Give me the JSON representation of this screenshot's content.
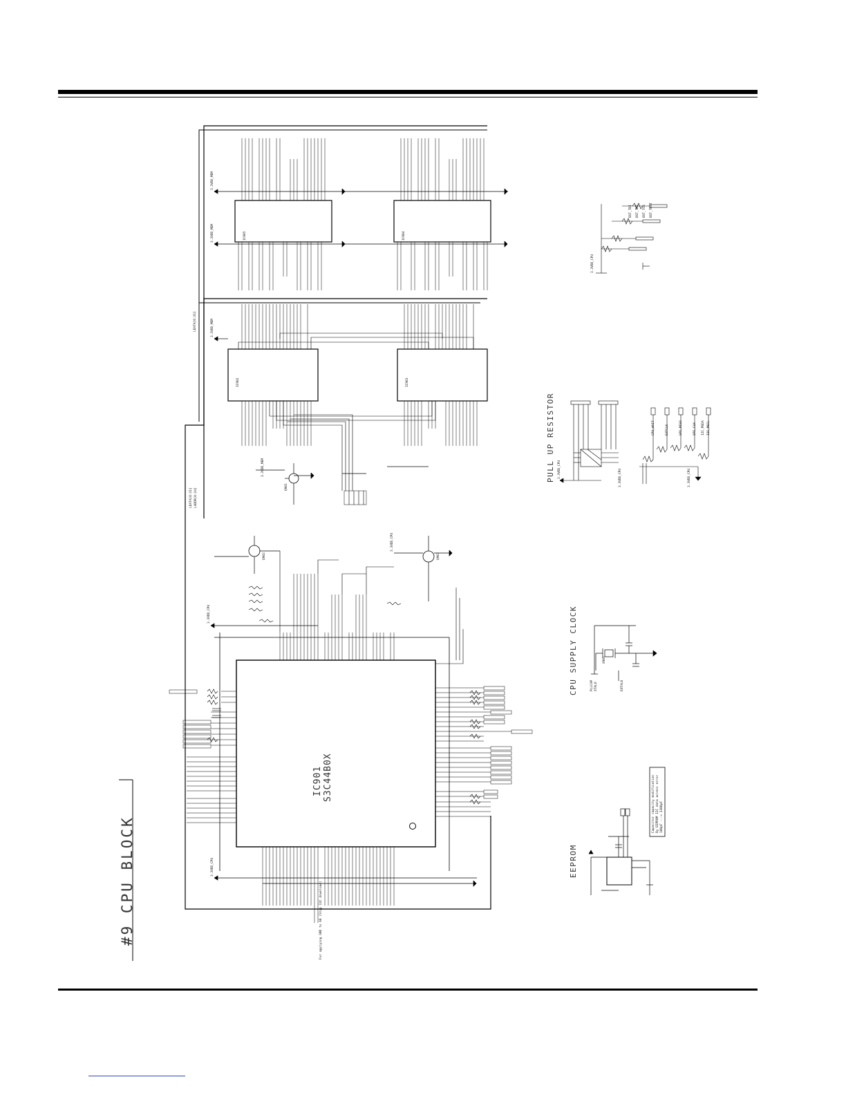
{
  "block_title": "#9 CPU BLOCK",
  "sections": {
    "pull_up": "PULL UP RESISTOR",
    "clock": "CPU SUPPLY CLOCK",
    "eeprom": "EEPROM"
  },
  "cpu": {
    "ref": "IC901",
    "part": "S3C44B0X"
  },
  "memory": [
    {
      "ref": "IC902"
    },
    {
      "ref": "IC903"
    },
    {
      "ref": "IC904"
    },
    {
      "ref": "IC905"
    }
  ],
  "transistors": [
    {
      "ref": "Q901"
    },
    {
      "ref": "Q902"
    },
    {
      "ref": "Q903"
    }
  ],
  "power_labels": [
    "3.3VDD_CPU",
    "3.3VDD_MEM"
  ],
  "crystal": {
    "ref": "X901"
  },
  "bus_labels": [
    "LDATA[0:31]",
    "LADDR[0:24]"
  ],
  "clock_nets": [
    "PLLCAP",
    "XTALO",
    "EXTALO"
  ],
  "pull_up_nets": [
    "CPU_WAIT",
    "EXTCLK",
    "SPI_MISO",
    "SPI_CLK",
    "I2C_MSDA",
    "I2C_MSCL"
  ],
  "jtag_nets": [
    "BST_TDI",
    "BST_TMS",
    "BST_TCK",
    "BST_TRST"
  ],
  "notes": {
    "eeprom_box": [
      "Capacitor capacity modification",
      "By EEPROM I2C data access error",
      "100pF ---> 3300pF"
    ],
    "flash_note": "For applying GND to A0 (Stop I2C download)"
  }
}
